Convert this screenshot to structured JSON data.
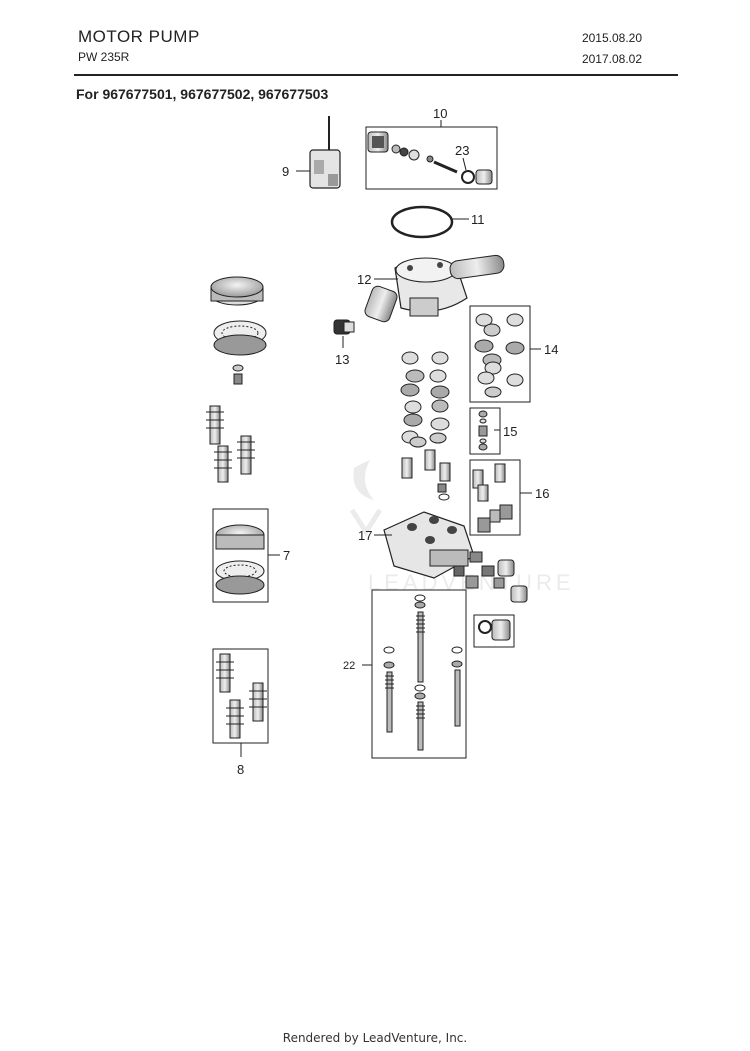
{
  "header": {
    "title": "MOTOR PUMP",
    "model": "PW 235R",
    "date_created": "2015.08.20",
    "date_revised": "2017.08.02"
  },
  "applies_to": "For 967677501, 967677502, 967677503",
  "watermark": "LEADVENTURE",
  "callouts": {
    "c7": "7",
    "c8": "8",
    "c9": "9",
    "c10": "10",
    "c11": "11",
    "c12": "12",
    "c13": "13",
    "c14": "14",
    "c15": "15",
    "c16": "16",
    "c17": "17",
    "c22": "22",
    "c23": "23"
  },
  "footer": "Rendered by LeadVenture, Inc.",
  "colors": {
    "line": "#222222",
    "gray": "#888888",
    "light": "#cccccc"
  }
}
